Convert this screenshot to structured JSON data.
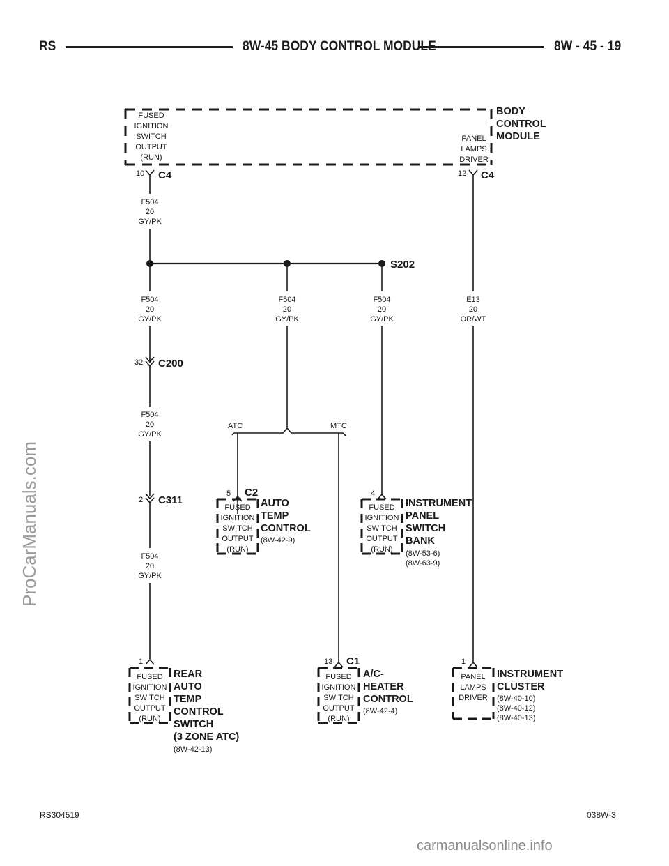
{
  "header": {
    "left": "RS",
    "center": "8W-45 BODY CONTROL MODULE",
    "right": "8W - 45 - 19"
  },
  "footer": {
    "left": "RS304519",
    "right": "038W-3"
  },
  "watermarks": {
    "side": "ProCarManuals.com",
    "bottom": "carmanualsonline.info"
  },
  "bcm": {
    "title": [
      "BODY",
      "CONTROL",
      "MODULE"
    ],
    "left_func": [
      "FUSED",
      "IGNITION",
      "SWITCH",
      "OUTPUT",
      "(RUN)"
    ],
    "right_func": [
      "PANEL",
      "LAMPS",
      "DRIVER"
    ],
    "left_pin": "10",
    "left_conn": "C4",
    "right_pin": "12",
    "right_conn": "C4"
  },
  "wires": {
    "w1": [
      "F504",
      "20",
      "GY/PK"
    ],
    "w2": [
      "F504",
      "20",
      "GY/PK"
    ],
    "w3": [
      "F504",
      "20",
      "GY/PK"
    ],
    "w4": [
      "F504",
      "20",
      "GY/PK"
    ],
    "w5": [
      "E13",
      "20",
      "OR/WT"
    ],
    "w6": [
      "F504",
      "20",
      "GY/PK"
    ],
    "w7": [
      "F504",
      "20",
      "GY/PK"
    ]
  },
  "splice": "S202",
  "c200": {
    "pin": "32",
    "name": "C200"
  },
  "c311": {
    "pin": "2",
    "name": "C311"
  },
  "branch": {
    "left": "ATC",
    "right": "MTC"
  },
  "atc": {
    "pin": "5",
    "conn": "C2",
    "func": [
      "FUSED",
      "IGNITION",
      "SWITCH",
      "OUTPUT",
      "(RUN)"
    ],
    "title": [
      "AUTO",
      "TEMP",
      "CONTROL"
    ],
    "refs": [
      "(8W-42-9)"
    ]
  },
  "ipsb": {
    "pin": "4",
    "func": [
      "FUSED",
      "IGNITION",
      "SWITCH",
      "OUTPUT",
      "(RUN)"
    ],
    "title": [
      "INSTRUMENT",
      "PANEL",
      "SWITCH",
      "BANK"
    ],
    "refs": [
      "(8W-53-6)",
      "(8W-63-9)"
    ]
  },
  "rear": {
    "pin": "1",
    "func": [
      "FUSED",
      "IGNITION",
      "SWITCH",
      "OUTPUT",
      "(RUN)"
    ],
    "title": [
      "REAR",
      "AUTO",
      "TEMP",
      "CONTROL",
      "SWITCH",
      "(3 ZONE ATC)"
    ],
    "refs": [
      "(8W-42-13)"
    ]
  },
  "heater": {
    "pin": "13",
    "conn": "C1",
    "func": [
      "FUSED",
      "IGNITION",
      "SWITCH",
      "OUTPUT",
      "(RUN)"
    ],
    "title": [
      "A/C-",
      "HEATER",
      "CONTROL"
    ],
    "refs": [
      "(8W-42-4)"
    ]
  },
  "cluster": {
    "pin": "1",
    "func": [
      "PANEL",
      "LAMPS",
      "DRIVER"
    ],
    "title": [
      "INSTRUMENT",
      "CLUSTER"
    ],
    "refs": [
      "(8W-40-10)",
      "(8W-40-12)",
      "(8W-40-13)"
    ]
  }
}
